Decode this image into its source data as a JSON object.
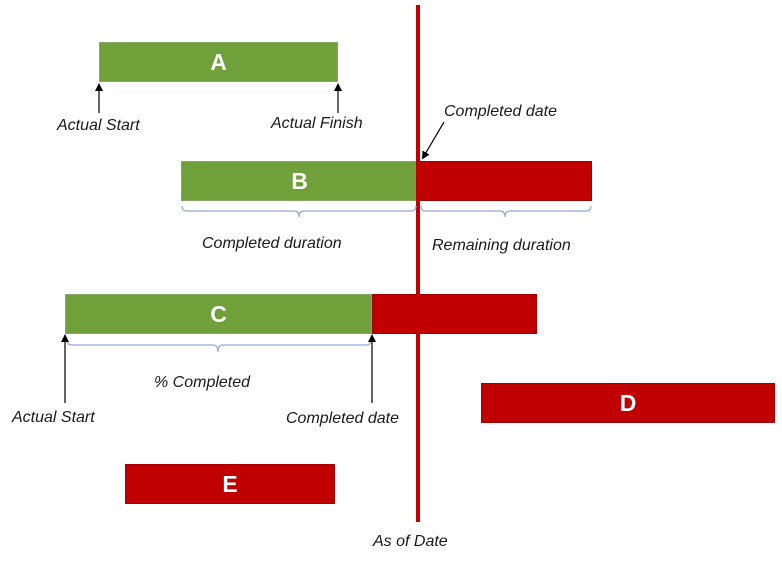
{
  "colors": {
    "completed": "#70a03a",
    "remaining": "#c00000",
    "as_of_line": "#c00000",
    "bracket": "#8eaadb",
    "arrow": "#000000"
  },
  "bars": {
    "a": {
      "label": "A"
    },
    "b": {
      "label": "B"
    },
    "c": {
      "label": "C"
    },
    "d": {
      "label": "D"
    },
    "e": {
      "label": "E"
    }
  },
  "labels": {
    "a_actual_start": "Actual Start",
    "a_actual_finish": "Actual Finish",
    "b_completed_date": "Completed date",
    "b_completed_duration": "Completed duration",
    "b_remaining_duration": "Remaining duration",
    "c_percent_completed": "% Completed",
    "c_actual_start": "Actual Start",
    "c_completed_date": "Completed date",
    "as_of_date": "As of Date"
  }
}
